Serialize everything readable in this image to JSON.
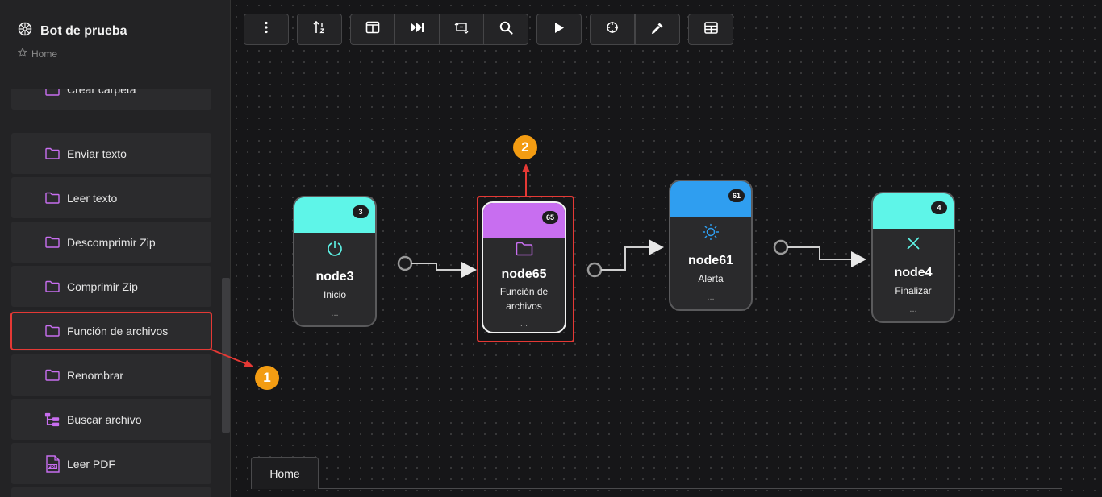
{
  "bot": {
    "title": "Bot de prueba",
    "icon": "wheel-icon"
  },
  "breadcrumb": {
    "label": "Home",
    "icon": "star-icon"
  },
  "sidebar": {
    "items": [
      {
        "label": "Crear carpeta",
        "icon": "folder-icon"
      },
      {
        "label": "Enviar texto",
        "icon": "folder-icon"
      },
      {
        "label": "Leer texto",
        "icon": "folder-icon"
      },
      {
        "label": "Descomprimir Zip",
        "icon": "folder-icon"
      },
      {
        "label": "Comprimir Zip",
        "icon": "folder-icon"
      },
      {
        "label": "Función de archivos",
        "icon": "folder-icon"
      },
      {
        "label": "Renombrar",
        "icon": "folder-icon"
      },
      {
        "label": "Buscar archivo",
        "icon": "folder-tree-icon"
      },
      {
        "label": "Leer PDF",
        "icon": "pdf-icon"
      }
    ]
  },
  "toolbar": {
    "buttons": [
      {
        "icon": "more-vertical-icon"
      },
      {
        "icon": "sort-icon"
      },
      {
        "icon": "layout-columns-icon"
      },
      {
        "icon": "skip-forward-icon"
      },
      {
        "icon": "transform-icon"
      },
      {
        "icon": "search-icon"
      },
      {
        "icon": "play-icon"
      },
      {
        "icon": "crosshair-icon"
      },
      {
        "icon": "eyedropper-icon"
      },
      {
        "icon": "table-icon"
      }
    ]
  },
  "nodes": [
    {
      "id": "node3",
      "badge": "3",
      "subtitle": "Inicio",
      "dots": "...",
      "color": "#5ef5e8",
      "icon": "power-icon"
    },
    {
      "id": "node65",
      "badge": "65",
      "subtitle": "Función de archivos",
      "dots": "...",
      "color": "#c86ef0",
      "icon": "folder-icon"
    },
    {
      "id": "node61",
      "badge": "61",
      "subtitle": "Alerta",
      "dots": "...",
      "color": "#2f9ef0",
      "icon": "sun-icon"
    },
    {
      "id": "node4",
      "badge": "4",
      "subtitle": "Finalizar",
      "dots": "...",
      "color": "#5ef5e8",
      "icon": "close-icon"
    }
  ],
  "tabs": [
    {
      "label": "Home"
    }
  ],
  "annotations": [
    {
      "number": "1"
    },
    {
      "number": "2"
    }
  ],
  "colors": {
    "annotation": "#e53935",
    "marker": "#f39c12",
    "folder": "#c86ef0"
  }
}
